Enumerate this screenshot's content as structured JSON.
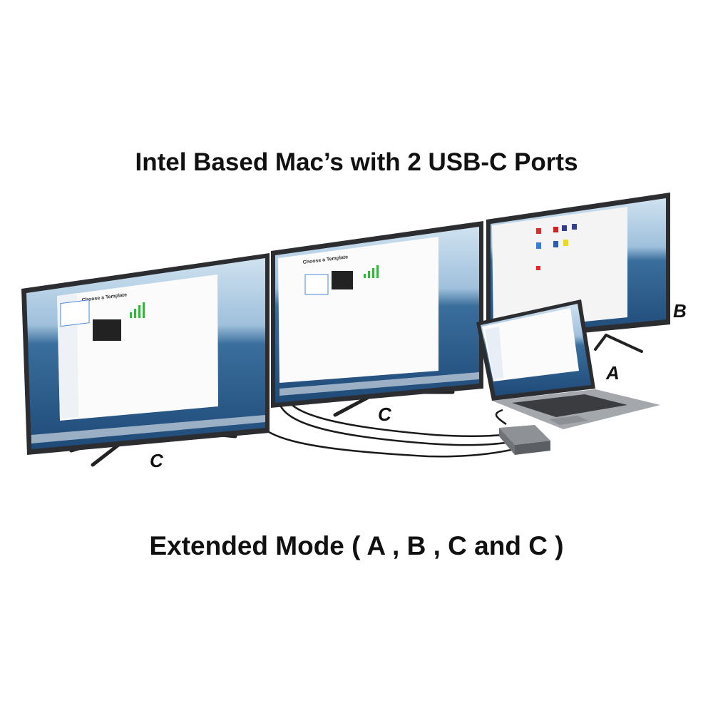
{
  "title": "Intel Based Mac’s with 2 USB-C Ports",
  "subtitle": "Extended Mode ( A , B , C and C )",
  "labels": {
    "left_monitor": "C",
    "middle_monitor": "C",
    "laptop": "A",
    "right_monitor": "B"
  },
  "screens": {
    "left_window_title": "Choose a Template",
    "middle_window_title": "Choose a Template"
  },
  "colors": {
    "bezel": "#2b2d31",
    "wallpaper": "#2f5f8f",
    "sky": "#bcd6ea",
    "laptop": "#9ea1a6"
  }
}
